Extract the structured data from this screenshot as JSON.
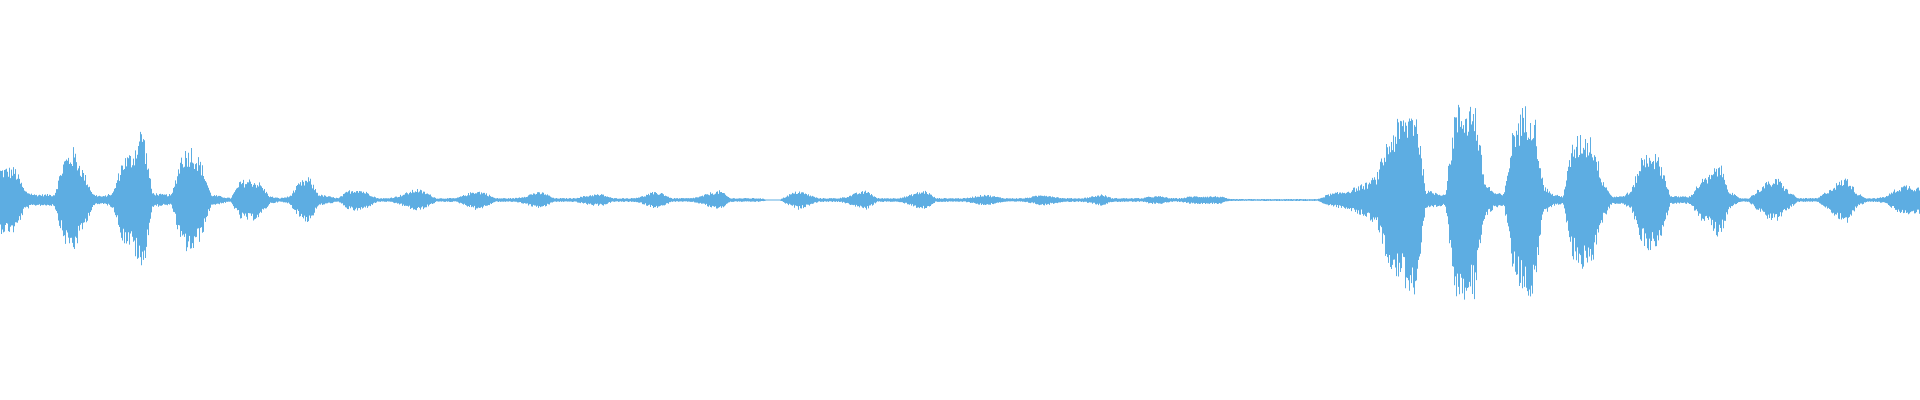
{
  "chart_data": {
    "type": "area",
    "title": "",
    "xlabel": "",
    "ylabel": "",
    "grid": false,
    "legend": "none",
    "ylim": [
      -1,
      1
    ],
    "color": "#5dade2",
    "background": "#ffffff",
    "envelope": [
      0.17,
      0.17,
      0.05,
      0.03,
      0.03,
      0.03,
      0.22,
      0.27,
      0.15,
      0.03,
      0.02,
      0.04,
      0.22,
      0.25,
      0.4,
      0.04,
      0.03,
      0.03,
      0.25,
      0.28,
      0.2,
      0.03,
      0.02,
      0.01,
      0.1,
      0.11,
      0.09,
      0.02,
      0.01,
      0.02,
      0.09,
      0.12,
      0.03,
      0.02,
      0.01,
      0.05,
      0.06,
      0.04,
      0.01,
      0.01,
      0.02,
      0.04,
      0.06,
      0.04,
      0.01,
      0.01,
      0.01,
      0.03,
      0.05,
      0.04,
      0.01,
      0.01,
      0.01,
      0.02,
      0.04,
      0.04,
      0.01,
      0.01,
      0.01,
      0.02,
      0.03,
      0.03,
      0.01,
      0.01,
      0.01,
      0.02,
      0.04,
      0.04,
      0.01,
      0.01,
      0.01,
      0.02,
      0.04,
      0.05,
      0.01,
      0.01,
      0.01,
      0.01,
      0,
      0,
      0.03,
      0.05,
      0.03,
      0.01,
      0.01,
      0.01,
      0.02,
      0.04,
      0.05,
      0.01,
      0.01,
      0.01,
      0.02,
      0.04,
      0.05,
      0.01,
      0.01,
      0.01,
      0.01,
      0.02,
      0.03,
      0.02,
      0.01,
      0.01,
      0.01,
      0.02,
      0.03,
      0.02,
      0.01,
      0.01,
      0.01,
      0.02,
      0.03,
      0.01,
      0.01,
      0.01,
      0.01,
      0.02,
      0.02,
      0.01,
      0.01,
      0.02,
      0.02,
      0.02,
      0.02,
      0.005,
      0.005,
      0.005,
      0.005,
      0.005,
      0.005,
      0.005,
      0.005,
      0.005,
      0.005,
      0.03,
      0.04,
      0.05,
      0.07,
      0.09,
      0.13,
      0.3,
      0.4,
      0.45,
      0.5,
      0.05,
      0.04,
      0.03,
      0.48,
      0.5,
      0.52,
      0.1,
      0.04,
      0.03,
      0.4,
      0.48,
      0.5,
      0.08,
      0.03,
      0.02,
      0.3,
      0.35,
      0.33,
      0.12,
      0.02,
      0.02,
      0.05,
      0.22,
      0.27,
      0.2,
      0.02,
      0.02,
      0.02,
      0.1,
      0.13,
      0.2,
      0.05,
      0.01,
      0.01,
      0.06,
      0.1,
      0.11,
      0.05,
      0.01,
      0.01,
      0.01,
      0.05,
      0.09,
      0.12,
      0.04,
      0.01,
      0.01,
      0.02,
      0.06,
      0.08,
      0.07
    ]
  }
}
